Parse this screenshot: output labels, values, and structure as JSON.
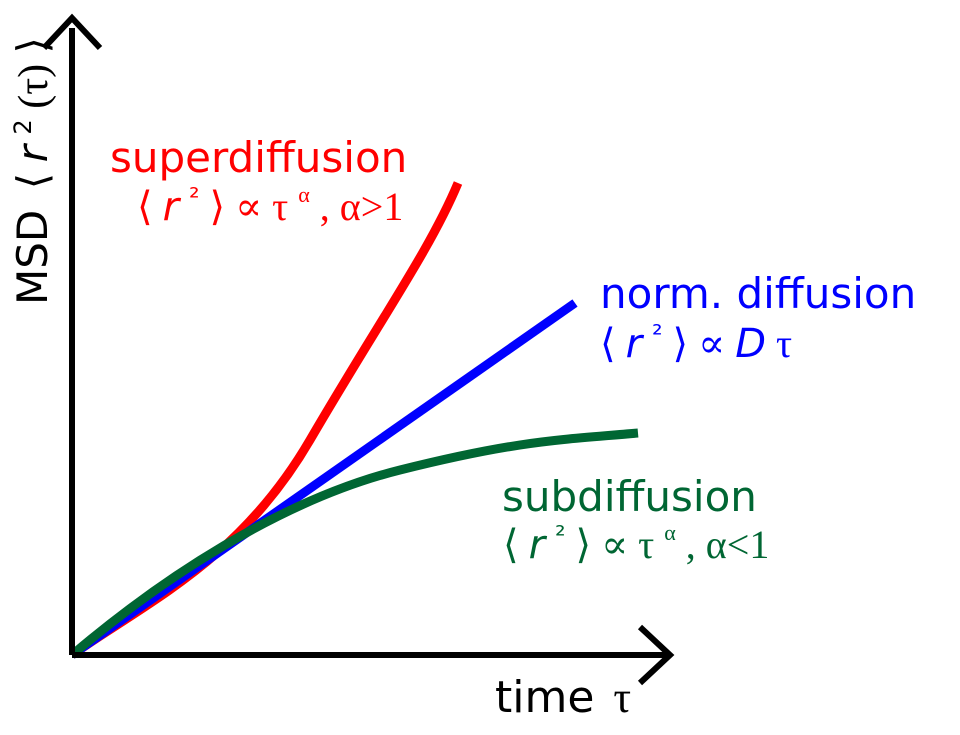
{
  "labels": {
    "y_axis_prefix": "MSD",
    "y_axis_lbracket": "⟨",
    "y_axis_r": "r",
    "y_axis_sup": "2",
    "y_axis_tau": "(τ)",
    "y_axis_rbracket": "⟩",
    "x_axis_word": "time",
    "x_axis_symbol": "τ"
  },
  "curves": {
    "super": {
      "name": "superdiffusion",
      "color": "#ff0000",
      "lb": "⟨",
      "r": "r",
      "sup": "²",
      "rb": "⟩",
      "prop": " ∝ τ",
      "exp": "α",
      "cond": ",  α>1"
    },
    "normal": {
      "name": "norm. diffusion",
      "color": "#0000ff",
      "lb": "⟨",
      "r": "r",
      "sup": "²",
      "rb": "⟩",
      "prop": " ∝ ",
      "d": "D",
      "tau": " τ"
    },
    "sub": {
      "name": "subdiffusion",
      "color": "#006633",
      "lb": "⟨",
      "r": "r",
      "sup": "²",
      "rb": "⟩",
      "prop": " ∝ τ",
      "exp": "α",
      "cond": ",  α<1"
    }
  },
  "axis_color": "#000000"
}
